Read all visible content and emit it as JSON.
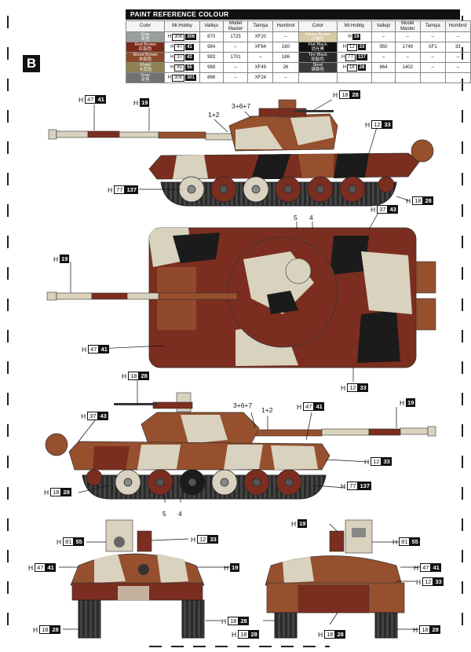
{
  "section": "B",
  "reference_title": "PAINT  REFERENCE COLOUR",
  "table_headers": [
    "Color",
    "Mr.Hobby",
    "Vallejo",
    "Model\nMaster",
    "Tamiya",
    "Humbrol"
  ],
  "colors_left": [
    {
      "name": "Gray",
      "cn": "灰色",
      "mh_prefix": "H",
      "mh_outline": "306",
      "mh_filled": "306",
      "vallejo": "870",
      "model_master": "1725",
      "tamiya": "XF20",
      "humbrol": "–",
      "hex": "#9a9e9c"
    },
    {
      "name": "Red Brown",
      "cn": "红棕色",
      "mh_prefix": "H",
      "mh_outline": "47",
      "mh_filled": "41",
      "vallejo": "984",
      "model_master": "–",
      "tamiya": "XF64",
      "humbrol": "160",
      "hex": "#7a2a1a"
    },
    {
      "name": "Wood Brown",
      "cn": "木棕色",
      "mh_prefix": "H",
      "mh_outline": "37",
      "mh_filled": "43",
      "vallejo": "983",
      "model_master": "1701",
      "tamiya": "–",
      "humbrol": "186",
      "hex": "#8a4a28"
    },
    {
      "name": "Khaki",
      "cn": "卡其色",
      "mh_prefix": "H",
      "mh_outline": "81",
      "mh_filled": "55",
      "vallejo": "988",
      "model_master": "–",
      "tamiya": "XF49",
      "humbrol": "26",
      "hex": "#8f8252"
    },
    {
      "name": "Gray",
      "cn": "灰色",
      "mh_prefix": "H",
      "mh_outline": "308",
      "mh_filled": "301",
      "vallejo": "866",
      "model_master": "–",
      "tamiya": "XF24",
      "humbrol": "–",
      "hex": "#6f7271"
    }
  ],
  "colors_right": [
    {
      "name": "Sandy Brown",
      "cn": "沙褐色",
      "mh_prefix": "H",
      "mh_outline": "",
      "mh_filled": "19",
      "vallejo": "–",
      "model_master": "–",
      "tamiya": "–",
      "humbrol": "–",
      "hex": "#d6c9a4"
    },
    {
      "name": "Flat Black",
      "cn": "消光黑",
      "mh_prefix": "H",
      "mh_outline": "12",
      "mh_filled": "33",
      "vallejo": "950",
      "model_master": "1749",
      "tamiya": "XF1",
      "humbrol": "33",
      "hex": "#111111"
    },
    {
      "name": "Tire Black",
      "cn": "轮胎色",
      "mh_prefix": "H",
      "mh_outline": "77",
      "mh_filled": "137",
      "vallejo": "–",
      "model_master": "–",
      "tamiya": "–",
      "humbrol": "–",
      "hex": "#2a2a2a"
    },
    {
      "name": "Steel",
      "cn": "钢铁色",
      "mh_prefix": "H",
      "mh_outline": "18",
      "mh_filled": "28",
      "vallejo": "864",
      "model_master": "1402",
      "tamiya": "–",
      "humbrol": "–",
      "hex": "#3a3a3a"
    }
  ],
  "callouts": [
    {
      "id": "side1-barrel-47-41",
      "prefix": "H",
      "outline": "47",
      "filled": "41"
    },
    {
      "id": "side1-barrel-19",
      "prefix": "H",
      "outline": "",
      "filled": "19"
    },
    {
      "id": "side1-mg-18-28",
      "prefix": "H",
      "outline": "18",
      "filled": "28"
    },
    {
      "id": "side1-12-33",
      "prefix": "H",
      "outline": "12",
      "filled": "33"
    },
    {
      "id": "side1-77-137",
      "prefix": "H",
      "outline": "77",
      "filled": "137"
    },
    {
      "id": "side1-18-28b",
      "prefix": "H",
      "outline": "18",
      "filled": "28"
    },
    {
      "id": "top-37-43",
      "prefix": "H",
      "outline": "37",
      "filled": "43"
    },
    {
      "id": "top-19",
      "prefix": "H",
      "outline": "",
      "filled": "19"
    },
    {
      "id": "top-47-41",
      "prefix": "H",
      "outline": "47",
      "filled": "41"
    },
    {
      "id": "top-12-33",
      "prefix": "H",
      "outline": "12",
      "filled": "33"
    },
    {
      "id": "side2-18-28",
      "prefix": "H",
      "outline": "18",
      "filled": "28"
    },
    {
      "id": "side2-37-43",
      "prefix": "H",
      "outline": "37",
      "filled": "43"
    },
    {
      "id": "side2-47-41",
      "prefix": "H",
      "outline": "47",
      "filled": "41"
    },
    {
      "id": "side2-19",
      "prefix": "H",
      "outline": "",
      "filled": "19"
    },
    {
      "id": "side2-12-33",
      "prefix": "H",
      "outline": "12",
      "filled": "33"
    },
    {
      "id": "side2-77-137",
      "prefix": "H",
      "outline": "77",
      "filled": "137"
    },
    {
      "id": "side2-18-28b",
      "prefix": "H",
      "outline": "18",
      "filled": "28"
    },
    {
      "id": "front-81-55",
      "prefix": "H",
      "outline": "81",
      "filled": "55"
    },
    {
      "id": "front-12-33",
      "prefix": "H",
      "outline": "12",
      "filled": "33"
    },
    {
      "id": "front-47-41",
      "prefix": "H",
      "outline": "47",
      "filled": "41"
    },
    {
      "id": "front-19",
      "prefix": "H",
      "outline": "",
      "filled": "19"
    },
    {
      "id": "front-18-28a",
      "prefix": "H",
      "outline": "18",
      "filled": "28"
    },
    {
      "id": "front-18-28b",
      "prefix": "H",
      "outline": "18",
      "filled": "28"
    },
    {
      "id": "rear-19",
      "prefix": "H",
      "outline": "",
      "filled": "19"
    },
    {
      "id": "rear-81-55",
      "prefix": "H",
      "outline": "81",
      "filled": "55"
    },
    {
      "id": "rear-47-41",
      "prefix": "H",
      "outline": "47",
      "filled": "41"
    },
    {
      "id": "rear-12-33",
      "prefix": "H",
      "outline": "12",
      "filled": "33"
    },
    {
      "id": "rear-18-28a",
      "prefix": "H",
      "outline": "18",
      "filled": "28"
    },
    {
      "id": "rear-18-28b",
      "prefix": "H",
      "outline": "18",
      "filled": "28"
    },
    {
      "id": "rear-18-28c",
      "prefix": "H",
      "outline": "18",
      "filled": "28"
    }
  ],
  "numbers": {
    "side1_a": "1+2",
    "side1_b": "3+6+7",
    "top_a": "5",
    "top_b": "4",
    "side2_a": "3+6+7",
    "side2_b": "1+2",
    "side2_c": "5",
    "side2_d": "4"
  },
  "camo": {
    "red_brown": "#7b2e1f",
    "wood_brown": "#96502e",
    "sand": "#d9d2bf",
    "black": "#1b1b1b",
    "tire": "#2a2a2a"
  }
}
